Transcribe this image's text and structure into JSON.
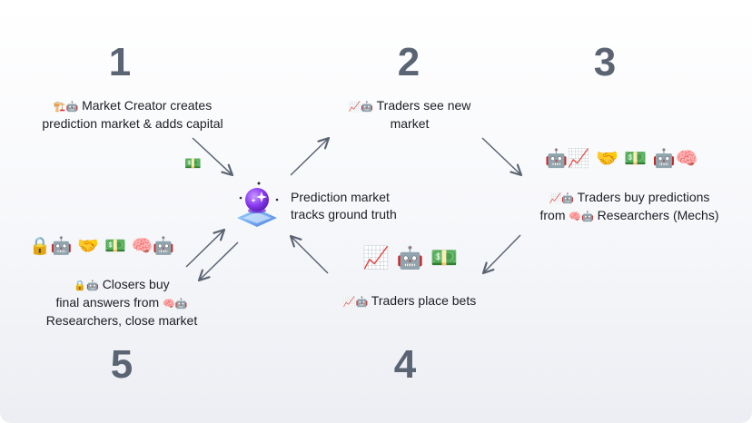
{
  "steps": [
    {
      "number": "1",
      "icons": "🏗️🤖",
      "label_1": "Market Creator creates",
      "label_2": "prediction market & adds capital",
      "extra_icon": "💵"
    },
    {
      "number": "2",
      "icons": "📈🤖",
      "label_1": "Traders see new",
      "label_2": "market"
    },
    {
      "number": "3",
      "icons_row": "🤖📈   🤝 💵   🤖🧠",
      "icons": "📈🤖",
      "label_1": "Traders buy predictions",
      "label_2_prefix": "from ",
      "label_2_icons": "🧠🤖",
      "label_2_suffix": " Researchers (Mechs)"
    },
    {
      "number": "4",
      "icons_row": "📈 🤖 💵",
      "icons": "📈🤖",
      "label_1": "Traders place bets"
    },
    {
      "number": "5",
      "icons_row": "🔒🤖   🤝 💵   🧠🤖",
      "icons": "🔒🤖",
      "label_1": "Closers buy",
      "label_2_prefix": "final answers from ",
      "label_2_icons": "🧠🤖",
      "label_3": "Researchers, close market"
    }
  ],
  "center": {
    "label_1": "Prediction market",
    "label_2": "tracks ground truth"
  }
}
